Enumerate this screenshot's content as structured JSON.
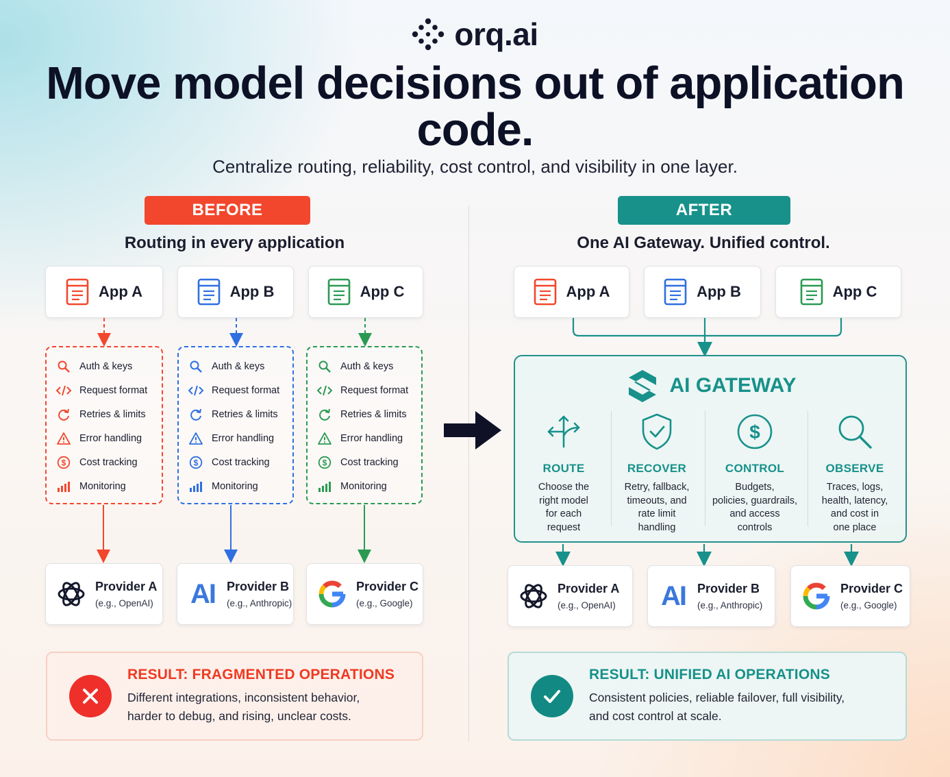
{
  "brand": {
    "name": "orq.ai"
  },
  "header": {
    "headline": "Move model decisions out of application code.",
    "subhead": "Centralize routing, reliability, cost control, and visibility in one layer."
  },
  "before": {
    "badge": "BEFORE",
    "subtitle": "Routing in every application",
    "apps": [
      {
        "label": "App A",
        "color": "#f2472d"
      },
      {
        "label": "App B",
        "color": "#2f6fe0"
      },
      {
        "label": "App C",
        "color": "#2a9a52"
      }
    ],
    "concerns": [
      "Auth & keys",
      "Request format",
      "Retries & limits",
      "Error handling",
      "Cost tracking",
      "Monitoring"
    ],
    "providers": [
      {
        "name": "Provider A",
        "sub": "(e.g., OpenAI)"
      },
      {
        "name": "Provider B",
        "sub": "(e.g., Anthropic)"
      },
      {
        "name": "Provider C",
        "sub": "(e.g., Google)"
      }
    ],
    "result": {
      "title": "RESULT: FRAGMENTED OPERATIONS",
      "body": "Different integrations, inconsistent behavior,\nharder to debug, and rising, unclear costs."
    }
  },
  "after": {
    "badge": "AFTER",
    "subtitle": "One AI Gateway. Unified control.",
    "apps": [
      {
        "label": "App A",
        "color": "#f2472d"
      },
      {
        "label": "App B",
        "color": "#2f6fe0"
      },
      {
        "label": "App C",
        "color": "#2a9a52"
      }
    ],
    "gateway": {
      "title": "AI GATEWAY",
      "capabilities": [
        {
          "label": "ROUTE",
          "desc": "Choose the\nright model\nfor each\nrequest"
        },
        {
          "label": "RECOVER",
          "desc": "Retry, fallback,\ntimeouts, and\nrate limit\nhandling"
        },
        {
          "label": "CONTROL",
          "desc": "Budgets,\npolicies, guardrails,\nand access\ncontrols"
        },
        {
          "label": "OBSERVE",
          "desc": "Traces, logs,\nhealth, latency,\nand cost in\none place"
        }
      ]
    },
    "providers": [
      {
        "name": "Provider A",
        "sub": "(e.g., OpenAI)"
      },
      {
        "name": "Provider B",
        "sub": "(e.g., Anthropic)"
      },
      {
        "name": "Provider C",
        "sub": "(e.g., Google)"
      }
    ],
    "result": {
      "title": "RESULT: UNIFIED AI OPERATIONS",
      "body": "Consistent policies, reliable failover, full visibility,\nand cost control at scale."
    }
  },
  "colors": {
    "red": "#f2472d",
    "blue": "#2f6fe0",
    "green": "#2a9a52",
    "teal": "#17918a",
    "navy": "#14172b"
  },
  "icons": {
    "concerns": [
      "key-search-icon",
      "code-icon",
      "retry-icon",
      "warning-icon",
      "dollar-icon",
      "bar-chart-icon"
    ],
    "gateway": [
      "route-arrows-icon",
      "shield-check-icon",
      "dollar-circle-icon",
      "magnifier-icon"
    ],
    "providers": [
      "openai-logo",
      "anthropic-logo",
      "google-logo"
    ]
  }
}
